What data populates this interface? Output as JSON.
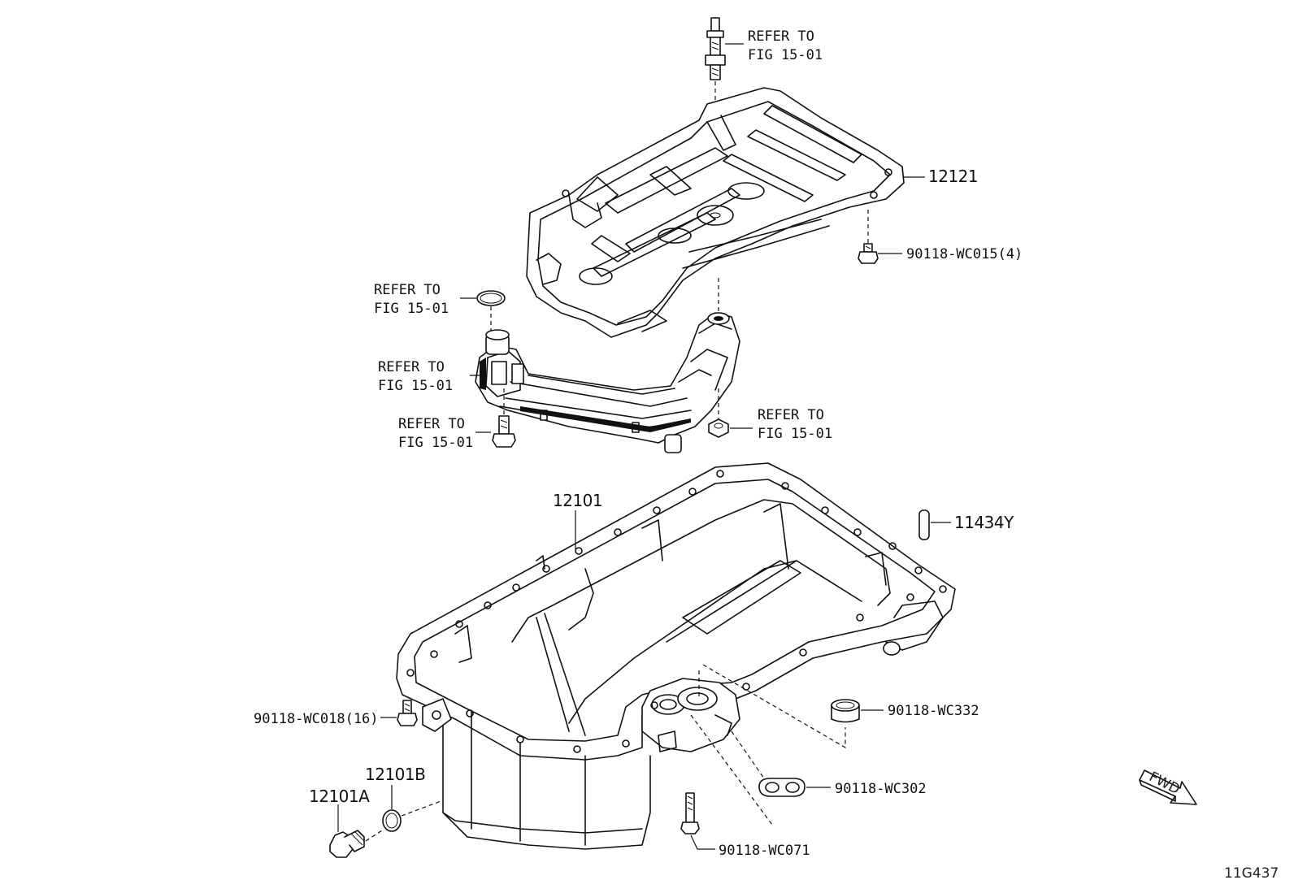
{
  "labels": {
    "refer_top_1": "REFER TO",
    "refer_top_2": "FIG 15-01",
    "refer_gasket_1": "REFER TO",
    "refer_gasket_2": "FIG 15-01",
    "refer_strainer_1": "REFER TO",
    "refer_strainer_2": "FIG 15-01",
    "refer_bolt_1": "REFER TO",
    "refer_bolt_2": "FIG 15-01",
    "refer_nut_1": "REFER TO",
    "refer_nut_2": "FIG 15-01",
    "part_12121": "12121",
    "part_90118_wc015": "90118-WC015(4)",
    "part_12101": "12101",
    "part_11434y": "11434Y",
    "part_90118_wc018": "90118-WC018(16)",
    "part_90118_wc332": "90118-WC332",
    "part_12101b": "12101B",
    "part_12101a": "12101A",
    "part_90118_wc302": "90118-WC302",
    "part_90118_wc071": "90118-WC071",
    "fwd": "FWD",
    "figure_code": "11G437"
  }
}
